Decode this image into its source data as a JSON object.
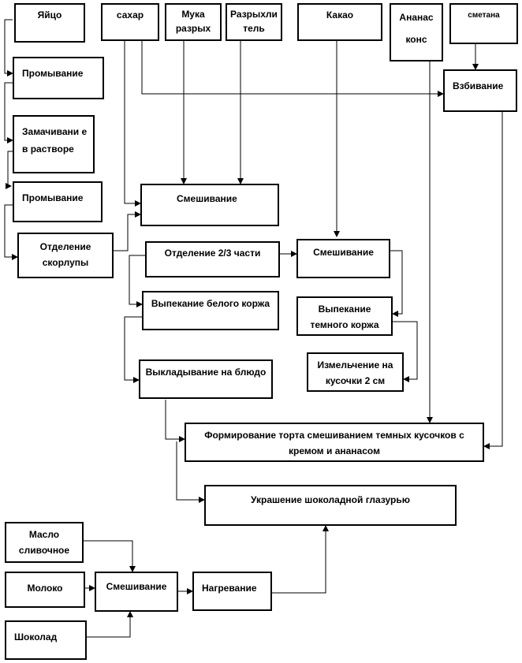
{
  "nodes": {
    "egg": "Яйцо",
    "sugar": "сахар",
    "flour": "Мука разрых",
    "baking_powder": "Разрыхли тель",
    "cocoa": "Какао",
    "pineapple": "Ананас конс",
    "sour_cream": "сметана",
    "wash1": "Промывание",
    "whip": "Взбивание",
    "soak": "Замачивани е в растворе",
    "wash2": "Промывание",
    "mix1": "Смешивание",
    "shell": "Отделение скорлупы",
    "sep23": "Отделение 2/3 части",
    "mix2": "Смешивание",
    "bake_white": "Выпекание белого коржа",
    "bake_dark": "Выпекание темного коржа",
    "chop": "Измельчение на кусочки 2 см",
    "plate": "Выкладывание на блюдо",
    "form": "Формирование торта смешиванием темных кусочков с кремом и ананасом",
    "decorate": "Украшение шоколадной глазурью",
    "butter": "Масло сливочное",
    "milk": "Молоко",
    "mix3": "Смешивание",
    "heat": "Нагревание",
    "chocolate": "Шоколад"
  }
}
